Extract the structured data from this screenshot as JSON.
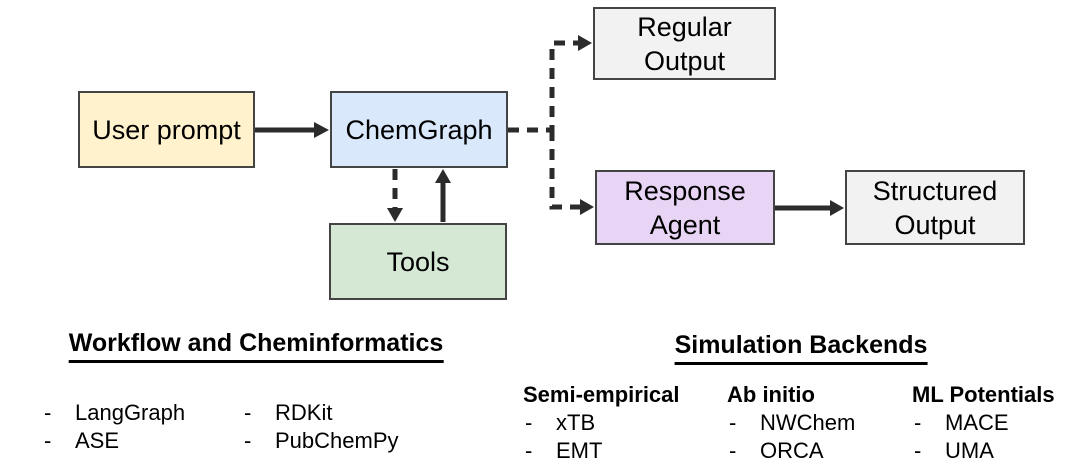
{
  "bullet": "-",
  "palette": {
    "node_user_prompt": "#FFF2CC",
    "node_chemgraph": "#DAE8FC",
    "node_tools": "#D5E8D4",
    "node_output_boxes": "#F2F2F2",
    "node_response_agent": "#E8D5F5",
    "node_border": "#444444",
    "arrow": "#2B2B2B",
    "text": "#000000",
    "background": "#FFFFFF"
  },
  "diagram": {
    "nodes": [
      {
        "name": "user-prompt",
        "label": "User prompt"
      },
      {
        "name": "chemgraph",
        "label": "ChemGraph"
      },
      {
        "name": "tools",
        "label": "Tools"
      },
      {
        "name": "regular-output",
        "label": "Regular Output"
      },
      {
        "name": "response-agent",
        "label": "Response Agent"
      },
      {
        "name": "structured-output",
        "label": "Structured Output"
      }
    ],
    "edges": [
      {
        "from": "user-prompt",
        "to": "chemgraph",
        "style": "solid"
      },
      {
        "from": "chemgraph",
        "to": "tools",
        "style": "dashed"
      },
      {
        "from": "tools",
        "to": "chemgraph",
        "style": "solid"
      },
      {
        "from": "chemgraph",
        "to": "regular-output",
        "style": "dashed"
      },
      {
        "from": "chemgraph",
        "to": "response-agent",
        "style": "dashed"
      },
      {
        "from": "response-agent",
        "to": "structured-output",
        "style": "solid"
      }
    ]
  },
  "sections": {
    "workflow": {
      "title": "Workflow and Cheminformatics",
      "columns": [
        {
          "items": [
            "LangGraph",
            "ASE"
          ]
        },
        {
          "items": [
            "RDKit",
            "PubChemPy"
          ]
        }
      ]
    },
    "backends": {
      "title": "Simulation Backends",
      "columns": [
        {
          "header": "Semi-empirical",
          "items": [
            "xTB",
            "EMT"
          ]
        },
        {
          "header": "Ab initio",
          "items": [
            "NWChem",
            "ORCA"
          ]
        },
        {
          "header": "ML Potentials",
          "items": [
            "MACE",
            "UMA"
          ]
        }
      ]
    }
  }
}
